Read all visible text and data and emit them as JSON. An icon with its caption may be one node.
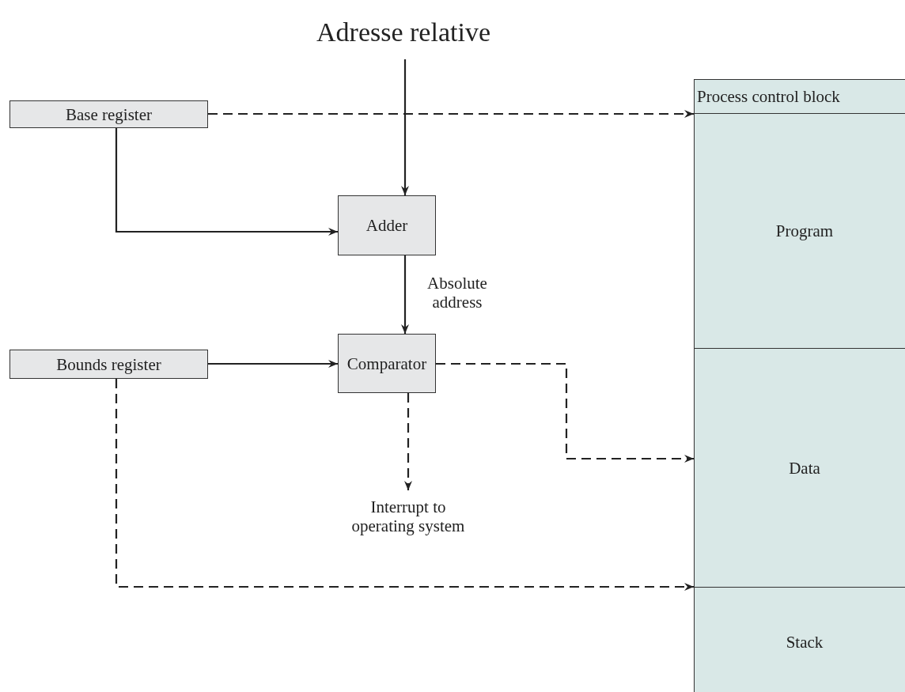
{
  "diagram": {
    "nodes": [
      {
        "text": [
          "Adresse relative"
        ]
      },
      {
        "text": [
          "Base register"
        ]
      },
      {
        "text": [
          "Adder"
        ]
      },
      {
        "text": [
          "Bounds register"
        ]
      },
      {
        "text": [
          "Comparator"
        ]
      },
      {
        "text": [
          "Interrupt to operating system"
        ]
      },
      {
        "text": [
          "Process control block"
        ]
      },
      {
        "text": [
          "Program"
        ]
      },
      {
        "text": [
          "Data"
        ]
      },
      {
        "text": [
          "Stack"
        ]
      }
    ],
    "edges": [
      {
        "from": 0,
        "to": 2,
        "arrow": "to"
      },
      {
        "from": 1,
        "to": 2,
        "arrow": "to"
      },
      {
        "from": 1,
        "to": 7,
        "arrow": "to",
        "style": "dashed"
      },
      {
        "from": 2,
        "to": 4,
        "arrow": "to",
        "label": "Absolute address"
      },
      {
        "from": 3,
        "to": 4,
        "arrow": "to"
      },
      {
        "from": 4,
        "to": 5,
        "arrow": "to",
        "style": "dashed"
      },
      {
        "from": 4,
        "to": 8,
        "arrow": "to",
        "style": "dashed"
      },
      {
        "from": 3,
        "to": 9,
        "arrow": "to",
        "style": "dashed"
      }
    ]
  }
}
